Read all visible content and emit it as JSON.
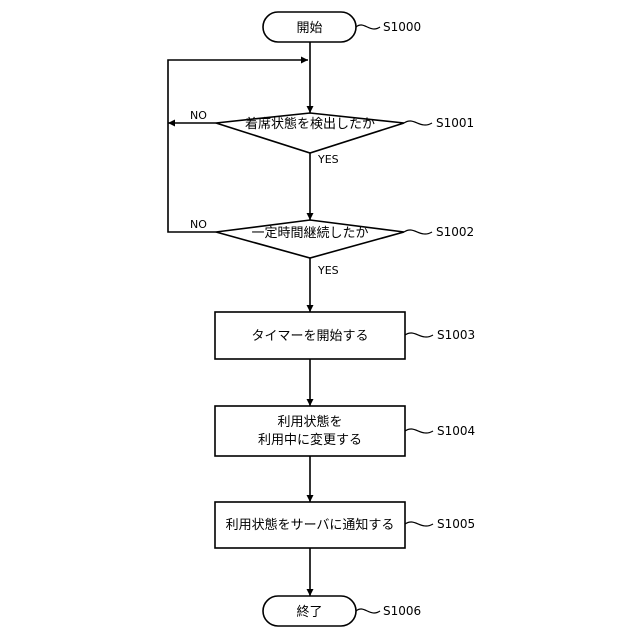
{
  "nodes": {
    "start": {
      "label": "開始",
      "ref": "S1000"
    },
    "detect_seated": {
      "label": "着席状態を検出したか",
      "ref": "S1001"
    },
    "time_elapsed": {
      "label": "一定時間継続したか",
      "ref": "S1002"
    },
    "start_timer": {
      "label": "タイマーを開始する",
      "ref": "S1003"
    },
    "change_state": {
      "label_line1": "利用状態を",
      "label_line2": "利用中に変更する",
      "ref": "S1004"
    },
    "notify_server": {
      "label": "利用状態をサーバに通知する",
      "ref": "S1005"
    },
    "end": {
      "label": "終了",
      "ref": "S1006"
    }
  },
  "branches": {
    "d1_no": "NO",
    "d1_yes": "YES",
    "d2_no": "NO",
    "d2_yes": "YES"
  }
}
